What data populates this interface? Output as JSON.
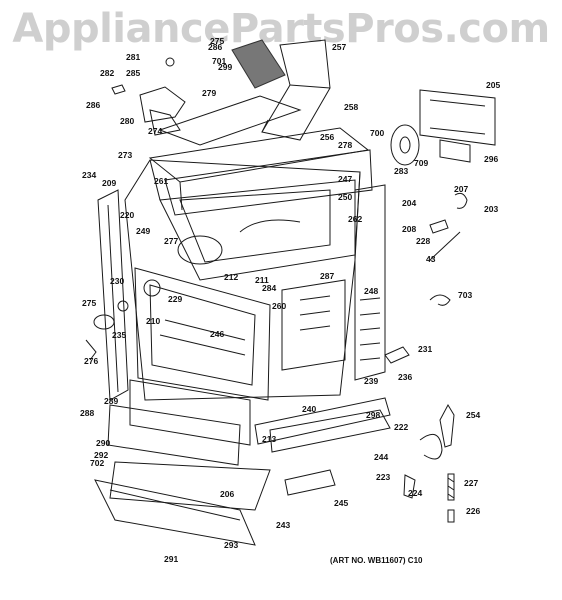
{
  "watermark": "AppliancePartsPros.com",
  "art_number": "(ART NO. WB11607) C10",
  "part_callouts": [
    {
      "id": "c281",
      "label": "281"
    },
    {
      "id": "c286a",
      "label": "286"
    },
    {
      "id": "c275a",
      "label": "275"
    },
    {
      "id": "c257",
      "label": "257"
    },
    {
      "id": "c701",
      "label": "701"
    },
    {
      "id": "c299",
      "label": "299"
    },
    {
      "id": "c282",
      "label": "282"
    },
    {
      "id": "c285",
      "label": "285"
    },
    {
      "id": "c279",
      "label": "279"
    },
    {
      "id": "c286b",
      "label": "286"
    },
    {
      "id": "c280",
      "label": "280"
    },
    {
      "id": "c274",
      "label": "274"
    },
    {
      "id": "c205",
      "label": "205"
    },
    {
      "id": "c258",
      "label": "258"
    },
    {
      "id": "c700",
      "label": "700"
    },
    {
      "id": "c256",
      "label": "256"
    },
    {
      "id": "c278",
      "label": "278"
    },
    {
      "id": "c709",
      "label": "709"
    },
    {
      "id": "c296",
      "label": "296"
    },
    {
      "id": "c273",
      "label": "273"
    },
    {
      "id": "c234",
      "label": "234"
    },
    {
      "id": "c209",
      "label": "209"
    },
    {
      "id": "c261",
      "label": "261"
    },
    {
      "id": "c247",
      "label": "247"
    },
    {
      "id": "c283",
      "label": "283"
    },
    {
      "id": "c207",
      "label": "207"
    },
    {
      "id": "c250",
      "label": "250"
    },
    {
      "id": "c204",
      "label": "204"
    },
    {
      "id": "c203",
      "label": "203"
    },
    {
      "id": "c220",
      "label": "220"
    },
    {
      "id": "c262",
      "label": "262"
    },
    {
      "id": "c249",
      "label": "249"
    },
    {
      "id": "c277",
      "label": "277"
    },
    {
      "id": "c208",
      "label": "208"
    },
    {
      "id": "c228",
      "label": "228"
    },
    {
      "id": "c43",
      "label": "43"
    },
    {
      "id": "c212",
      "label": "212"
    },
    {
      "id": "c211",
      "label": "211"
    },
    {
      "id": "c284",
      "label": "284"
    },
    {
      "id": "c287",
      "label": "287"
    },
    {
      "id": "c230",
      "label": "230"
    },
    {
      "id": "c248",
      "label": "248"
    },
    {
      "id": "c703",
      "label": "703"
    },
    {
      "id": "c229",
      "label": "229"
    },
    {
      "id": "c260",
      "label": "260"
    },
    {
      "id": "c275b",
      "label": "275"
    },
    {
      "id": "c210",
      "label": "210"
    },
    {
      "id": "c246",
      "label": "246"
    },
    {
      "id": "c235",
      "label": "235"
    },
    {
      "id": "c276",
      "label": "276"
    },
    {
      "id": "c231",
      "label": "231"
    },
    {
      "id": "c239",
      "label": "239"
    },
    {
      "id": "c236",
      "label": "236"
    },
    {
      "id": "c289",
      "label": "289"
    },
    {
      "id": "c240",
      "label": "240"
    },
    {
      "id": "c288",
      "label": "288"
    },
    {
      "id": "c298",
      "label": "298"
    },
    {
      "id": "c254",
      "label": "254"
    },
    {
      "id": "c222",
      "label": "222"
    },
    {
      "id": "c213",
      "label": "213"
    },
    {
      "id": "c290",
      "label": "290"
    },
    {
      "id": "c292",
      "label": "292"
    },
    {
      "id": "c702",
      "label": "702"
    },
    {
      "id": "c244",
      "label": "244"
    },
    {
      "id": "c223",
      "label": "223"
    },
    {
      "id": "c227",
      "label": "227"
    },
    {
      "id": "c206",
      "label": "206"
    },
    {
      "id": "c224",
      "label": "224"
    },
    {
      "id": "c245",
      "label": "245"
    },
    {
      "id": "c226",
      "label": "226"
    },
    {
      "id": "c243",
      "label": "243"
    },
    {
      "id": "c291",
      "label": "291"
    },
    {
      "id": "c293",
      "label": "293"
    }
  ]
}
